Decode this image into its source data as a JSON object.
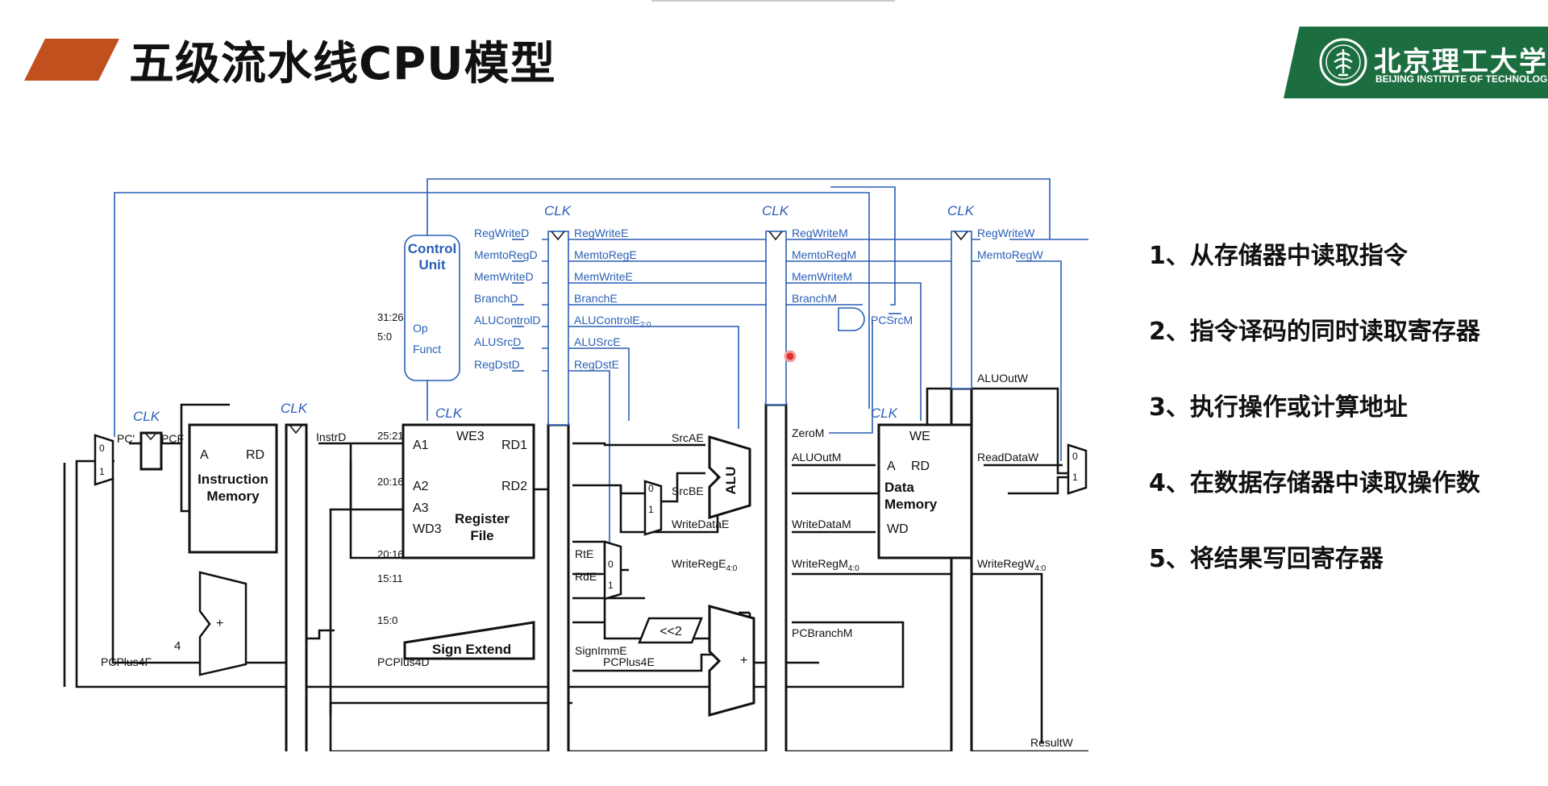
{
  "slide": {
    "title": "五级流水线CPU模型",
    "logo": {
      "name_cn": "北京理工大学",
      "name_en": "BEIJING INSTITUTE OF TECHNOLOGY"
    },
    "steps": [
      "1、从存储器中读取指令",
      "2、指令译码的同时读取寄存器",
      "3、执行操作或计算地址",
      "4、在数据存储器中读取操作数",
      "5、将结果写回寄存器"
    ]
  },
  "diagram": {
    "clk": "CLK",
    "control_unit": {
      "line1": "Control",
      "line2": "Unit",
      "op": "Op",
      "funct": "Funct"
    },
    "control_d": [
      "RegWriteD",
      "MemtoRegD",
      "MemWriteD",
      "BranchD",
      "ALUControlD",
      "ALUSrcD",
      "RegDstD"
    ],
    "control_e": [
      "RegWriteE",
      "MemtoRegE",
      "MemWriteE",
      "BranchE",
      "ALUControlE",
      "ALUSrcE",
      "RegDstE"
    ],
    "control_e_sub": "2:0",
    "control_m": [
      "RegWriteM",
      "MemtoRegM",
      "MemWriteM",
      "BranchM"
    ],
    "control_w": [
      "RegWriteW",
      "MemtoRegW"
    ],
    "pcsrc": "PCSrcM",
    "pc_prime": "PC'",
    "pcf": "PCF",
    "imem": {
      "a": "A",
      "rd": "RD",
      "line1": "Instruction",
      "line2": "Memory"
    },
    "instrd": "InstrD",
    "fields": [
      "31:26",
      "5:0",
      "25:21",
      "20:16",
      "20:16",
      "15:11",
      "15:0"
    ],
    "regfile": {
      "we3": "WE3",
      "a1": "A1",
      "a2": "A2",
      "a3": "A3",
      "wd3": "WD3",
      "rd1": "RD1",
      "rd2": "RD2",
      "line1": "Register",
      "line2": "File"
    },
    "sign_extend": "Sign Extend",
    "shift": "<<2",
    "alu": "ALU",
    "plus": "+",
    "four": "4",
    "mux0": "0",
    "mux1": "1",
    "srcae": "SrcAE",
    "srcbe": "SrcBE",
    "writedatae": "WriteDataE",
    "rte": "RtE",
    "rde": "RdE",
    "writerege": "WriteRegE",
    "writeregm": "WriteRegM",
    "writeregw": "WriteRegW",
    "reg_sub": "4:0",
    "signimme": "SignImmE",
    "zerom": "ZeroM",
    "aluoutm": "ALUOutM",
    "writedatam": "WriteDataM",
    "dmem": {
      "we": "WE",
      "a": "A",
      "rd": "RD",
      "line1": "Data",
      "line2": "Memory",
      "wd": "WD"
    },
    "aluoutw": "ALUOutW",
    "readdataw": "ReadDataW",
    "pcbranchm": "PCBranchM",
    "pcplus4f": "PCPlus4F",
    "pcplus4d": "PCPlus4D",
    "pcplus4e": "PCPlus4E",
    "resultw": "ResultW",
    "colors": {
      "control": "#2a5fb5",
      "datapath": "#111111",
      "accent": "#c0501e",
      "logo_bg": "#1c6e40",
      "pointer": "#e0302e"
    }
  }
}
